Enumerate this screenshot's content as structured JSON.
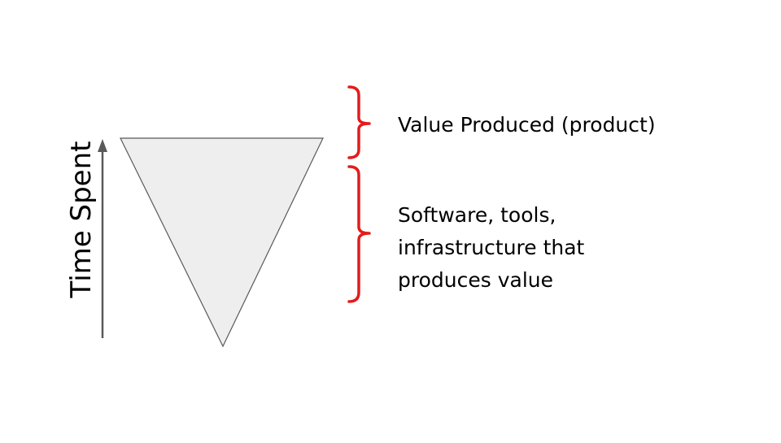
{
  "axis": {
    "label": "Time Spent",
    "arrow_color": "#595959"
  },
  "triangle": {
    "fill": "#eeeeee",
    "stroke": "#595959"
  },
  "brackets": {
    "color": "#e31c1c"
  },
  "labels": {
    "value_produced": "Value Produced (product)",
    "infrastructure_lines": [
      "Software, tools,",
      "infrastructure that",
      "produces value"
    ]
  }
}
